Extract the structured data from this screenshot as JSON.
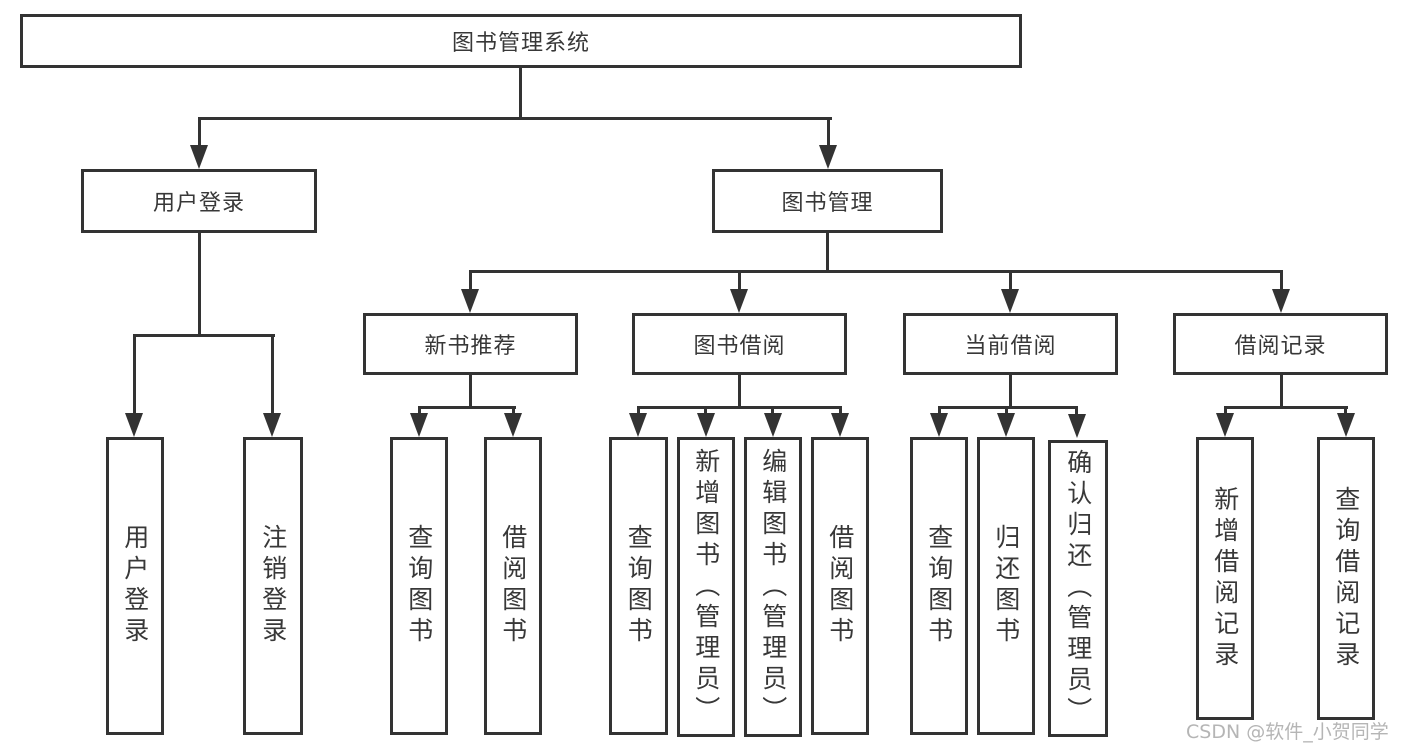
{
  "tree": {
    "root": {
      "label": "图书管理系统"
    },
    "branches": [
      {
        "label": "用户登录",
        "children": [
          {
            "label": "用户登录"
          },
          {
            "label": "注销登录"
          }
        ]
      },
      {
        "label": "图书管理",
        "children": [
          {
            "label": "新书推荐",
            "children": [
              {
                "label": "查询图书"
              },
              {
                "label": "借阅图书"
              }
            ]
          },
          {
            "label": "图书借阅",
            "children": [
              {
                "label": "查询图书"
              },
              {
                "label": "新增图书（管理员）"
              },
              {
                "label": "编辑图书（管理员）"
              },
              {
                "label": "借阅图书"
              }
            ]
          },
          {
            "label": "当前借阅",
            "children": [
              {
                "label": "查询图书"
              },
              {
                "label": "归还图书"
              },
              {
                "label": "确认归还（管理员）"
              }
            ]
          },
          {
            "label": "借阅记录",
            "children": [
              {
                "label": "新增借阅记录"
              },
              {
                "label": "查询借阅记录"
              }
            ]
          }
        ]
      }
    ]
  },
  "watermark": {
    "text": "CSDN @软件_小贺同学"
  },
  "colors": {
    "line": "#333333",
    "text": "#383838",
    "background": "#ffffff",
    "watermark": "#b5b5b5"
  }
}
